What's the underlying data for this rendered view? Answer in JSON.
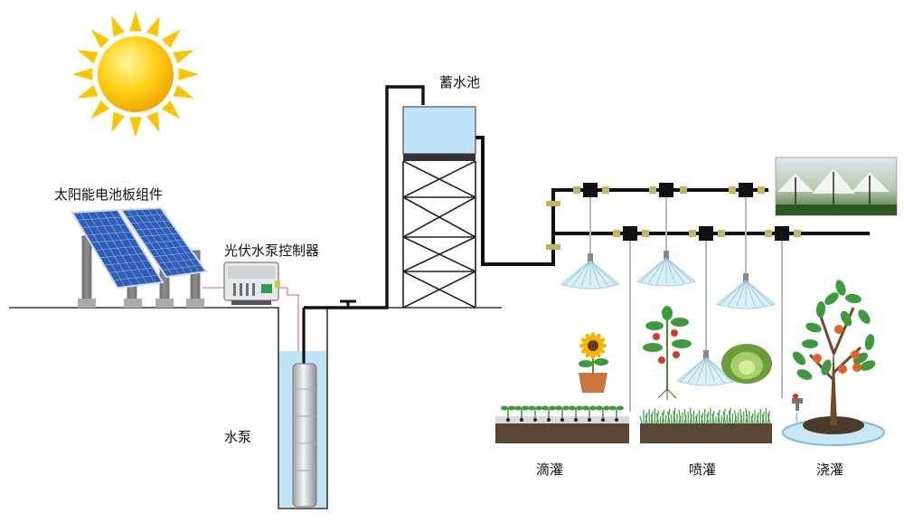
{
  "labels": {
    "solar_panel": "太阳能电池板组件",
    "controller": "光伏水泵控制器",
    "pump": "水泵",
    "reservoir": "蓄水池",
    "drip": "滴灌",
    "spray": "喷灌",
    "flood": "浇灌"
  },
  "icons": [
    "sun-icon",
    "solar-panel-icon",
    "controller-icon",
    "pump-icon",
    "water-tower-icon",
    "sprinkler-icon",
    "sunflower-icon",
    "tomato-plant-icon",
    "cabbage-icon",
    "fruit-tree-icon",
    "faucet-icon",
    "sprinkler-field-photo"
  ],
  "colors": {
    "sun": "#F7C600",
    "panel": "#2E5DB8",
    "water": "#BFE4F5",
    "pipe": "#111111",
    "fitting": "#C8B25A",
    "leaf": "#3D9B3D",
    "soil": "#4A3A2A",
    "fruit": "#E0622D"
  }
}
